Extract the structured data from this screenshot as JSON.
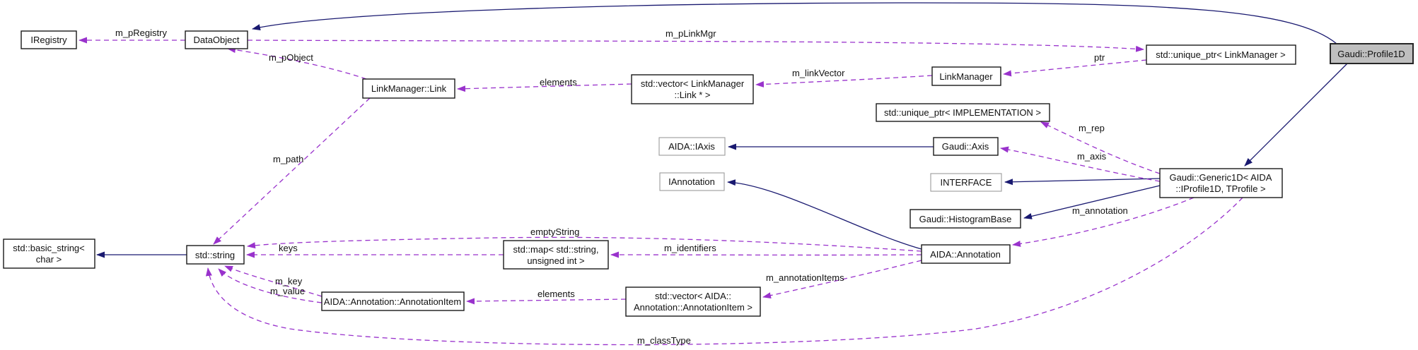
{
  "diagram": {
    "colors": {
      "inheritance_edge": "#191970",
      "usage_edge": "#9932cc",
      "node_background": "#ffffff",
      "node_border": "#1a1a1a",
      "external_node_border": "#9c9c9c",
      "current_node_background": "#bfbfbf"
    },
    "nodes": {
      "iregistry": {
        "label": "IRegistry"
      },
      "dataobject": {
        "label": "DataObject"
      },
      "linkmanager_link": {
        "label": "LinkManager::Link"
      },
      "vector_link": {
        "line1": "std::vector< LinkManager",
        "line2": "::Link * >"
      },
      "linkmanager": {
        "label": "LinkManager"
      },
      "unique_ptr_linkmanager": {
        "label": "std::unique_ptr< LinkManager >"
      },
      "profile1d": {
        "label": "Gaudi::Profile1D"
      },
      "unique_ptr_impl": {
        "label": "std::unique_ptr< IMPLEMENTATION >"
      },
      "aida_iaxis": {
        "label": "AIDA::IAxis"
      },
      "gaudi_axis": {
        "label": "Gaudi::Axis"
      },
      "iannotation": {
        "label": "IAnnotation"
      },
      "interface": {
        "label": "INTERFACE"
      },
      "histogrambase": {
        "label": "Gaudi::HistogramBase"
      },
      "generic1d": {
        "line1": "Gaudi::Generic1D< AIDA",
        "line2": "::IProfile1D, TProfile >"
      },
      "basic_string": {
        "line1": "std::basic_string<",
        "line2": "char >"
      },
      "stdstring": {
        "label": "std::string"
      },
      "stdmap": {
        "line1": "std::map< std::string,",
        "line2": "unsigned int >"
      },
      "annotation": {
        "label": "AIDA::Annotation"
      },
      "annotationitem": {
        "label": "AIDA::Annotation::AnnotationItem"
      },
      "vector_items": {
        "line1": "std::vector< AIDA::",
        "line2": "Annotation::AnnotationItem >"
      }
    },
    "edge_labels": {
      "m_pRegistry": "m_pRegistry",
      "m_pLinkMgr": "m_pLinkMgr",
      "m_pObject": "m_pObject",
      "elements_link": "elements",
      "m_linkVector": "m_linkVector",
      "ptr": "ptr",
      "m_rep": "m_rep",
      "m_axis": "m_axis",
      "m_annotation": "m_annotation",
      "m_path": "m_path",
      "emptyString": "emptyString",
      "keys": "keys",
      "m_identifiers": "m_identifiers",
      "m_key": "m_key",
      "m_value": "m_value",
      "elements_items": "elements",
      "m_annotationItems": "m_annotationItems",
      "m_classType": "m_classType"
    }
  }
}
